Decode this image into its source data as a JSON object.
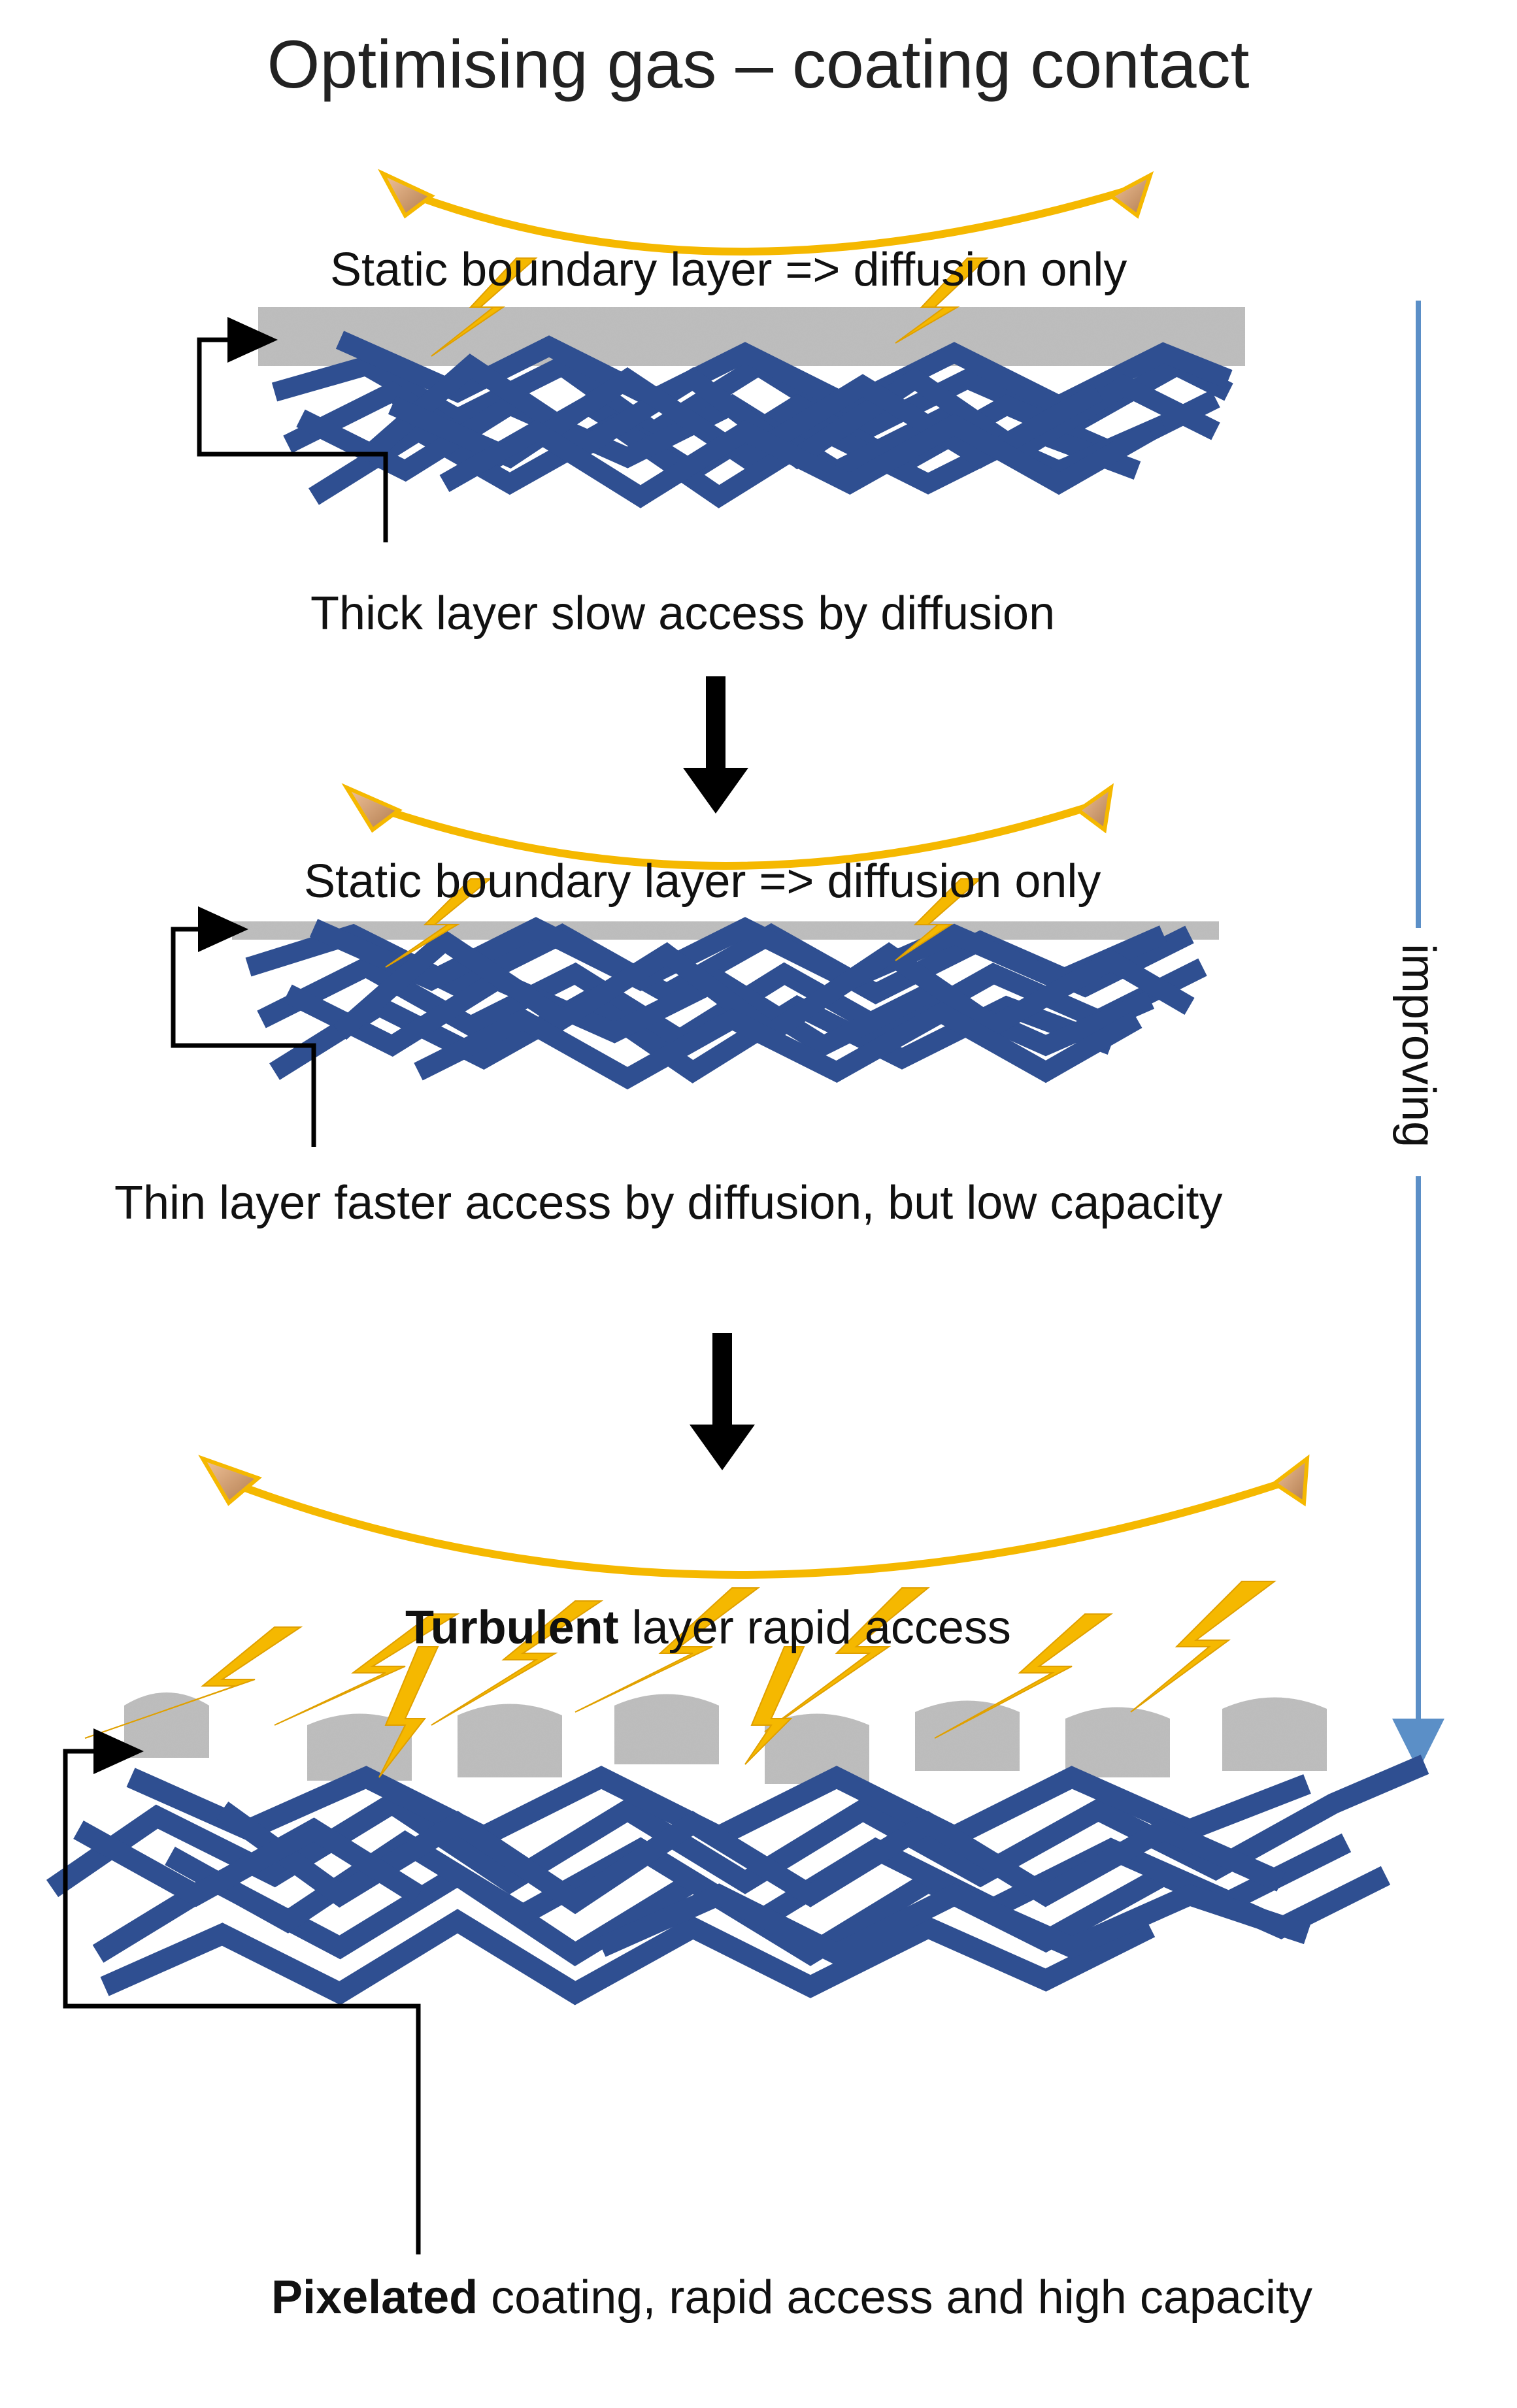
{
  "title": "Optimising gas – coating contact",
  "panel1": {
    "boundary_label": "Static boundary layer => diffusion only",
    "caption": "Thick layer slow access by diffusion"
  },
  "panel2": {
    "boundary_label": "Static boundary layer => diffusion only",
    "caption": "Thin layer faster access by diffusion, but low capacity"
  },
  "panel3": {
    "boundary_label_bold": "Turbulent",
    "boundary_label_rest": " layer rapid access",
    "caption_bold": "Pixelated",
    "caption_rest": " coating, rapid access and high capacity"
  },
  "side_label": "improving",
  "colors": {
    "fiber": "#2f4f91",
    "bolt": "#f5b800",
    "flow_arc": "#f5b800",
    "flow_tip": "#c98a4a",
    "coating": "#b9b9b9",
    "side_line": "#5b8fc7",
    "arrow": "#000000"
  }
}
